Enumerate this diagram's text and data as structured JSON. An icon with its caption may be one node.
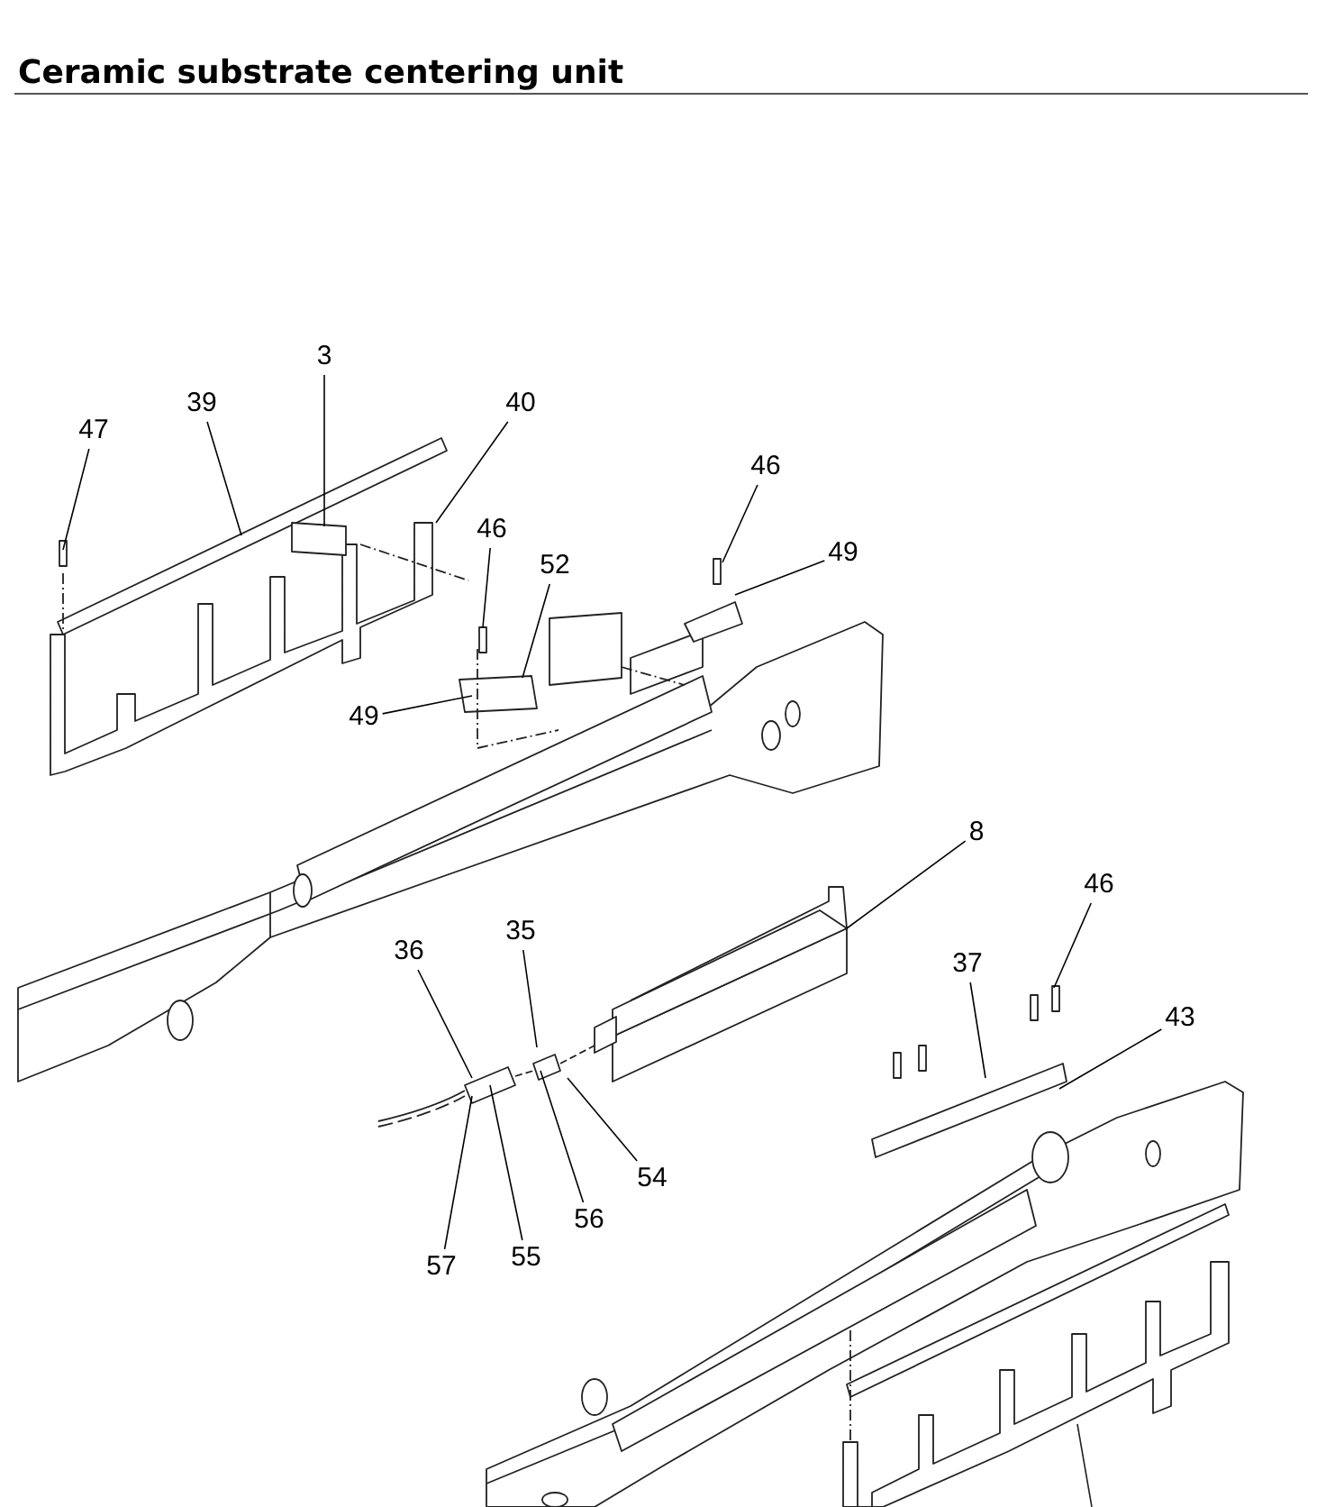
{
  "diagram": {
    "title": "Ceramic substrate centering unit",
    "nodes": [
      {
        "text": [
          "3"
        ]
      },
      {
        "text": [
          "47"
        ]
      },
      {
        "text": [
          "39"
        ]
      },
      {
        "text": [
          "40"
        ]
      },
      {
        "text": [
          "46"
        ]
      },
      {
        "text": [
          "52"
        ]
      },
      {
        "text": [
          "49"
        ]
      },
      {
        "text": [
          "46"
        ]
      },
      {
        "text": [
          "49"
        ]
      },
      {
        "text": [
          "8"
        ]
      },
      {
        "text": [
          "46"
        ]
      },
      {
        "text": [
          "37"
        ]
      },
      {
        "text": [
          "43"
        ]
      },
      {
        "text": [
          "36"
        ]
      },
      {
        "text": [
          "35"
        ]
      },
      {
        "text": [
          "54"
        ]
      },
      {
        "text": [
          "56"
        ]
      },
      {
        "text": [
          "55"
        ]
      },
      {
        "text": [
          "57"
        ]
      }
    ],
    "edges": [
      {
        "from": 0,
        "to": null,
        "arrow": "none"
      },
      {
        "from": 1,
        "to": null,
        "arrow": "none"
      },
      {
        "from": 2,
        "to": null,
        "arrow": "none"
      },
      {
        "from": 3,
        "to": null,
        "arrow": "none"
      },
      {
        "from": 4,
        "to": null,
        "arrow": "none"
      },
      {
        "from": 5,
        "to": null,
        "arrow": "none"
      },
      {
        "from": 6,
        "to": null,
        "arrow": "none"
      },
      {
        "from": 7,
        "to": null,
        "arrow": "none"
      },
      {
        "from": 8,
        "to": null,
        "arrow": "none"
      },
      {
        "from": 9,
        "to": null,
        "arrow": "none"
      },
      {
        "from": 10,
        "to": null,
        "arrow": "none"
      },
      {
        "from": 11,
        "to": null,
        "arrow": "none"
      },
      {
        "from": 12,
        "to": null,
        "arrow": "none"
      },
      {
        "from": 13,
        "to": null,
        "arrow": "none"
      },
      {
        "from": 14,
        "to": null,
        "arrow": "none"
      },
      {
        "from": 15,
        "to": null,
        "arrow": "none"
      },
      {
        "from": 16,
        "to": null,
        "arrow": "none"
      },
      {
        "from": 17,
        "to": null,
        "arrow": "none"
      },
      {
        "from": 18,
        "to": null,
        "arrow": "none"
      }
    ]
  }
}
